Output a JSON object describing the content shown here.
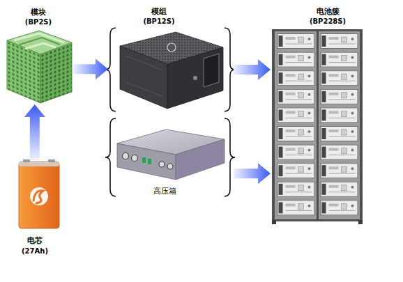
{
  "diagram": {
    "nodes": [
      {
        "text": [
          "模块",
          "(BP2S)"
        ]
      },
      {
        "text": [
          "电芯",
          "(27Ah)"
        ]
      },
      {
        "text": [
          "模组",
          "(BP12S)"
        ]
      },
      {
        "text": [
          "高压箱"
        ]
      },
      {
        "text": [
          "电池簇",
          "(BP228S)"
        ]
      }
    ],
    "edges": [
      {
        "from": 1,
        "to": 0,
        "arrow": "to"
      },
      {
        "from": 0,
        "to": 2,
        "arrow": "to"
      },
      {
        "from": 2,
        "to": 4,
        "arrow": "to"
      },
      {
        "from": 3,
        "to": 4,
        "arrow": "to"
      }
    ]
  }
}
